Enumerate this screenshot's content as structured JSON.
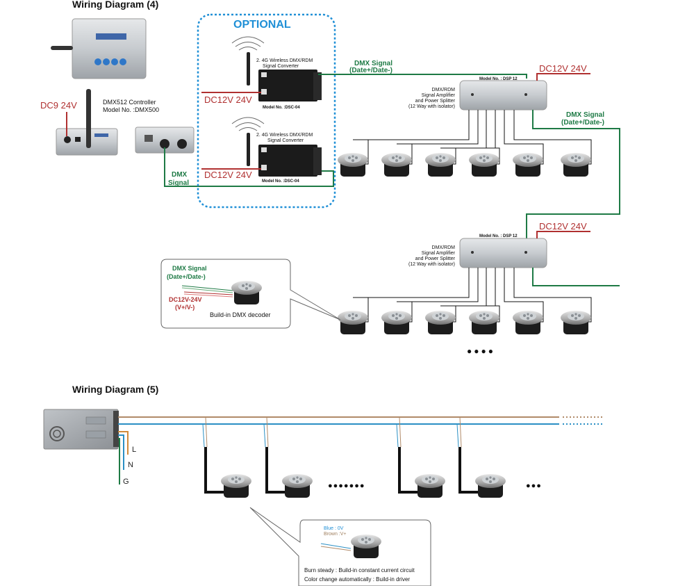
{
  "diagram4": {
    "title": "Wiring Diagram (4)",
    "controller": {
      "label_line1": "DMX512  Controller",
      "label_line2": "Model  No. :DMX500",
      "power_label": "DC9  24V"
    },
    "dmx_signal_short": {
      "line1": "DMX",
      "line2": "Signal"
    },
    "optional_box": {
      "title": "OPTIONAL",
      "converters": [
        {
          "name_line1": "2. 4G  Wireless  DMX/RDM",
          "name_line2": "Signal  Converter",
          "model": "Model  No. :DSC-04",
          "power_label": "DC12V  24V"
        },
        {
          "name_line1": "2. 4G  Wireless  DMX/RDM",
          "name_line2": "Signal  Converter",
          "model": "Model  No. :DSC-04",
          "power_label": "DC12V  24V"
        }
      ]
    },
    "dmx_signal_top": {
      "line1": "DMX  Signal",
      "line2": "(Date+/Date-)"
    },
    "amplifiers": [
      {
        "model": "Model  No. : DSP 12",
        "desc": [
          "DMX/RDM",
          "Signal  Amplifier",
          "and  Power  Splitter",
          "(12 Way with isolator)"
        ],
        "power_label": "DC12V  24V",
        "out_signal": {
          "line1": "DMX  Signal",
          "line2": "(Date+/Date-)"
        },
        "lights": 6
      },
      {
        "model": "Model  No. : DSP 12",
        "desc": [
          "DMX/RDM",
          "Signal  Amplifier",
          "and  Power  Splitter",
          "(12 Way with isolator)"
        ],
        "power_label": "DC12V  24V",
        "lights": 6
      }
    ],
    "callout": {
      "signal_line1": "DMX  Signal",
      "signal_line2": "(Date+/Date-)",
      "power_line1": "DC12V-24V",
      "power_line2": "(V+/V-)",
      "caption": "Build-in  DMX  decoder"
    },
    "more_indicator": "●●●●"
  },
  "diagram5": {
    "title": "Wiring Diagram (5)",
    "mains": [
      "L",
      "N",
      "G"
    ],
    "more_indicator_1": "●●●●●●●",
    "more_indicator_2": "●●●",
    "callout": {
      "blue_label": "Blue : 0V",
      "brown_label": "Brown :V+",
      "line1": "Burn steady : Build-in constant current circuit",
      "line2": "Color change automatically : Build-in driver"
    },
    "colors": {
      "brown_wire": "#b08a68",
      "blue_wire": "#2a8fc4"
    }
  },
  "colors": {
    "red_wire": "#b03030",
    "green_wire": "#1e7a45",
    "optional_border": "#1f8fd6"
  }
}
